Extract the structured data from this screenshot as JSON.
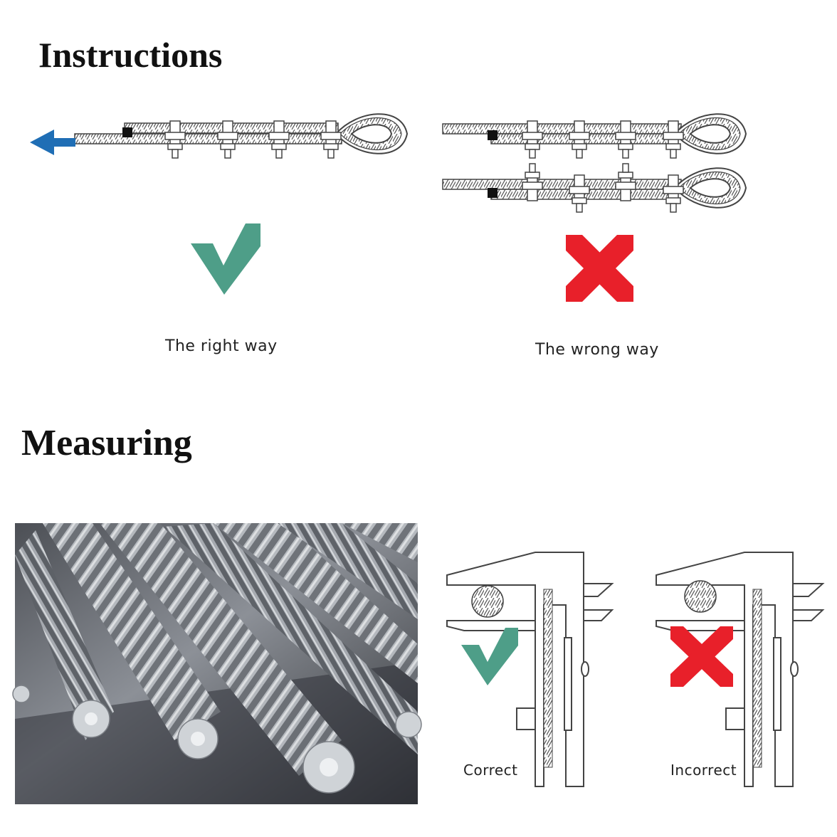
{
  "headings": {
    "instructions": "Instructions",
    "measuring": "Measuring"
  },
  "captions": {
    "right_way": "The right way",
    "wrong_way": "The wrong way",
    "correct": "Correct",
    "incorrect": "Incorrect"
  },
  "icons": {
    "check": "check-icon",
    "cross": "cross-icon",
    "arrow": "arrow-left-icon"
  },
  "colors": {
    "check": "#4e9e88",
    "cross": "#e8202a",
    "arrow": "#1f6eb5",
    "line": "#555555"
  }
}
